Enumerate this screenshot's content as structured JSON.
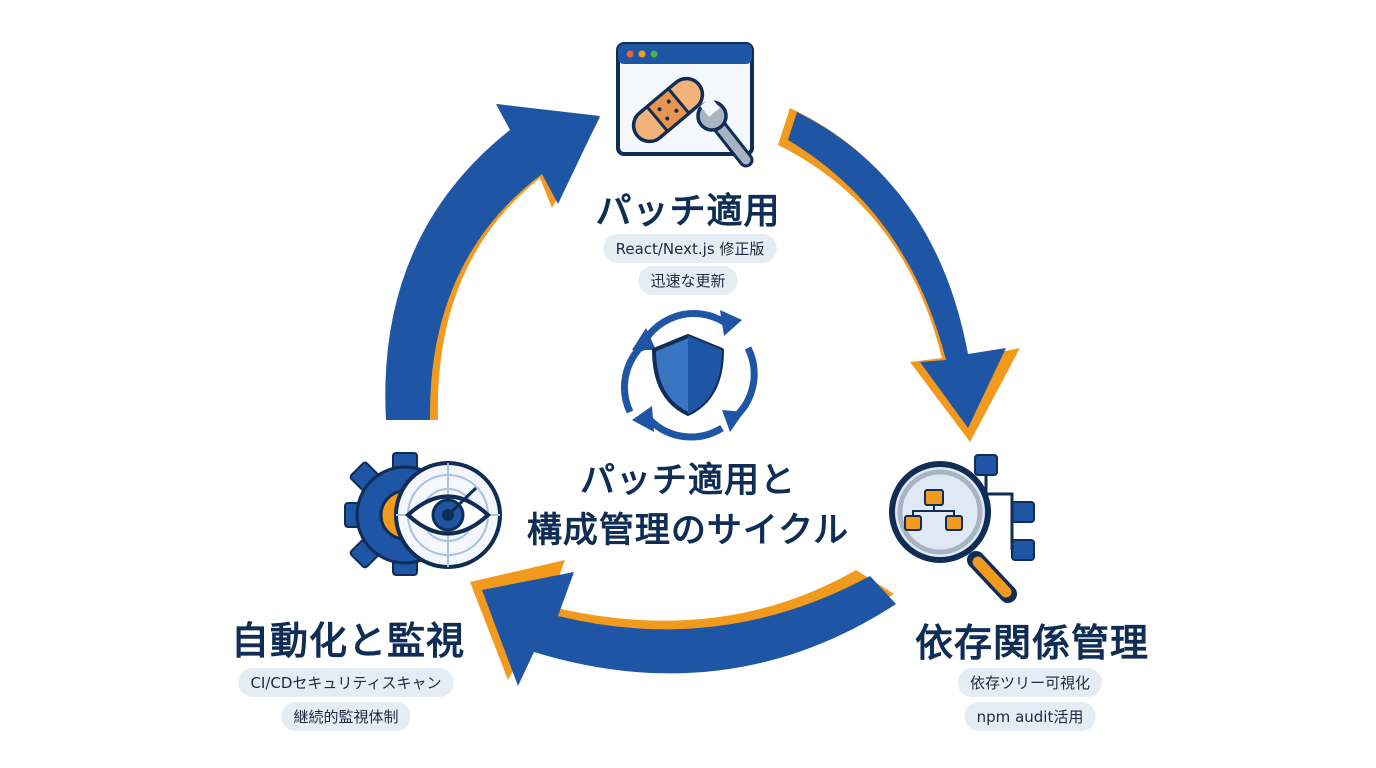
{
  "center": {
    "line1": "パッチ適用と",
    "line2": "構成管理のサイクル"
  },
  "nodes": {
    "patch": {
      "title": "パッチ適用",
      "tags": [
        "React/Next.js 修正版",
        "迅速な更新"
      ],
      "icon": "browser-bandage-wrench-icon"
    },
    "deps": {
      "title": "依存関係管理",
      "tags": [
        "依存ツリー可視化",
        "npm audit活用"
      ],
      "icon": "magnifier-tree-icon"
    },
    "auto": {
      "title": "自動化と監視",
      "tags": [
        "CI/CDセキュリティスキャン",
        "継続的監視体制"
      ],
      "icon": "gear-eye-radar-icon"
    }
  },
  "center_icon": "shield-refresh-icon",
  "colors": {
    "blue": "#1f55a5",
    "orange": "#f29a1e",
    "navy": "#0f2d55",
    "pill_bg": "#e6ecf4"
  }
}
